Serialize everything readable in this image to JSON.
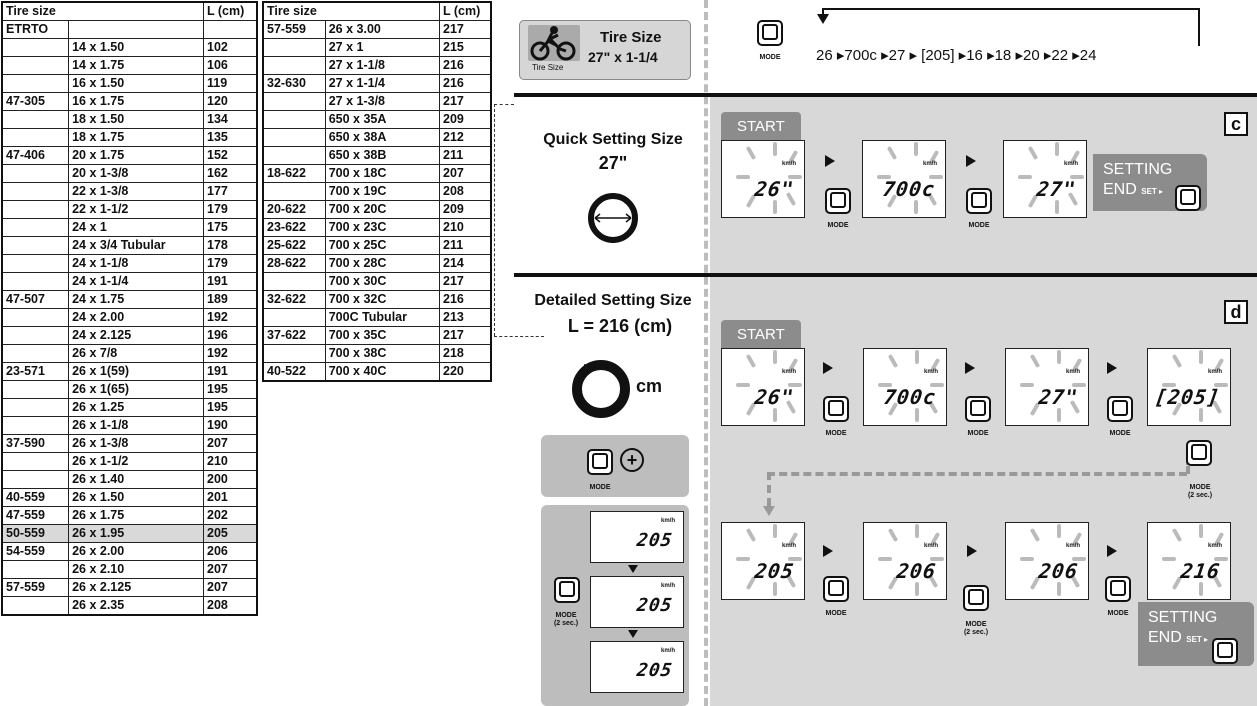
{
  "table_left": {
    "headers": [
      "Tire size",
      "L (cm)"
    ],
    "rows": [
      [
        "ETRTO",
        "",
        ""
      ],
      [
        "",
        "14 x 1.50",
        "102"
      ],
      [
        "",
        "14 x 1.75",
        "106"
      ],
      [
        "",
        "16 x 1.50",
        "119"
      ],
      [
        "47-305",
        "16 x 1.75",
        "120"
      ],
      [
        "",
        "18 x 1.50",
        "134"
      ],
      [
        "",
        "18 x 1.75",
        "135"
      ],
      [
        "47-406",
        "20 x 1.75",
        "152"
      ],
      [
        "",
        "20 x 1-3/8",
        "162"
      ],
      [
        "",
        "22 x 1-3/8",
        "177"
      ],
      [
        "",
        "22 x 1-1/2",
        "179"
      ],
      [
        "",
        "24 x 1",
        "175"
      ],
      [
        "",
        "24 x 3/4 Tubular",
        "178"
      ],
      [
        "",
        "24 x 1-1/8",
        "179"
      ],
      [
        "",
        "24 x 1-1/4",
        "191"
      ],
      [
        "47-507",
        "24 x 1.75",
        "189"
      ],
      [
        "",
        "24 x 2.00",
        "192"
      ],
      [
        "",
        "24 x 2.125",
        "196"
      ],
      [
        "",
        "26 x 7/8",
        "192"
      ],
      [
        "23-571",
        "26 x 1(59)",
        "191"
      ],
      [
        "",
        "26 x 1(65)",
        "195"
      ],
      [
        "",
        "26 x 1.25",
        "195"
      ],
      [
        "",
        "26 x 1-1/8",
        "190"
      ],
      [
        "37-590",
        "26 x 1-3/8",
        "207"
      ],
      [
        "",
        "26 x 1-1/2",
        "210"
      ],
      [
        "",
        "26 x 1.40",
        "200"
      ],
      [
        "40-559",
        "26 x 1.50",
        "201"
      ],
      [
        "47-559",
        "26 x 1.75",
        "202"
      ],
      [
        "50-559",
        "26 x 1.95",
        "205"
      ],
      [
        "54-559",
        "26 x 2.00",
        "206"
      ],
      [
        "",
        "26 x 2.10",
        "207"
      ],
      [
        "57-559",
        "26 x 2.125",
        "207"
      ],
      [
        "",
        "26 x 2.35",
        "208"
      ]
    ],
    "highlight_row": 28
  },
  "table_right": {
    "headers": [
      "Tire size",
      "L (cm)"
    ],
    "rows": [
      [
        "57-559",
        "26 x 3.00",
        "217"
      ],
      [
        "",
        "27 x 1",
        "215"
      ],
      [
        "",
        "27 x 1-1/8",
        "216"
      ],
      [
        "32-630",
        "27 x 1-1/4",
        "216"
      ],
      [
        "",
        "27 x 1-3/8",
        "217"
      ],
      [
        "",
        "650 x 35A",
        "209"
      ],
      [
        "",
        "650 x 38A",
        "212"
      ],
      [
        "",
        "650 x 38B",
        "211"
      ],
      [
        "18-622",
        "700 x 18C",
        "207"
      ],
      [
        "",
        "700 x 19C",
        "208"
      ],
      [
        "20-622",
        "700 x 20C",
        "209"
      ],
      [
        "23-622",
        "700 x 23C",
        "210"
      ],
      [
        "25-622",
        "700 x 25C",
        "211"
      ],
      [
        "28-622",
        "700 x 28C",
        "214"
      ],
      [
        "",
        "700 x 30C",
        "217"
      ],
      [
        "32-622",
        "700 x 32C",
        "216"
      ],
      [
        "",
        "700C Tubular",
        "213"
      ],
      [
        "37-622",
        "700 x 35C",
        "217"
      ],
      [
        "",
        "700 x 38C",
        "218"
      ],
      [
        "40-522",
        "700 x 40C",
        "220"
      ]
    ]
  },
  "tire_size_badge": {
    "title": "Tire Size",
    "value": "27\" x 1-1/4",
    "caption": "Tire Size"
  },
  "sequence": {
    "text": "26 ▸700c ▸27 ▸ [205] ▸16 ▸18 ▸20 ▸22 ▸24",
    "button_label": "MODE"
  },
  "quick": {
    "title": "Quick Setting Size",
    "size": "27\"",
    "letter": "c",
    "start": "START",
    "displays": [
      "26\"",
      "700c",
      "27\""
    ],
    "unit": "km/h",
    "setting_end_1": "SETTING",
    "setting_end_2": "END",
    "set_label": "SET ▸",
    "mode_label": "MODE"
  },
  "detailed": {
    "title": "Detailed Setting Size",
    "value": "L = 216 (cm)",
    "unit_cm": "cm",
    "letter": "d",
    "start": "START",
    "row1": [
      "26\"",
      "700c",
      "27\"",
      "[205]"
    ],
    "row2": [
      "205",
      "206",
      "206",
      "216"
    ],
    "unit": "km/h",
    "mode_label": "MODE",
    "mode_2sec": "MODE",
    "two_sec": "(2 sec.)",
    "setting_end_1": "SETTING",
    "setting_end_2": "END",
    "set_label": "SET ▸",
    "steps": [
      "205",
      "205",
      "205"
    ]
  }
}
